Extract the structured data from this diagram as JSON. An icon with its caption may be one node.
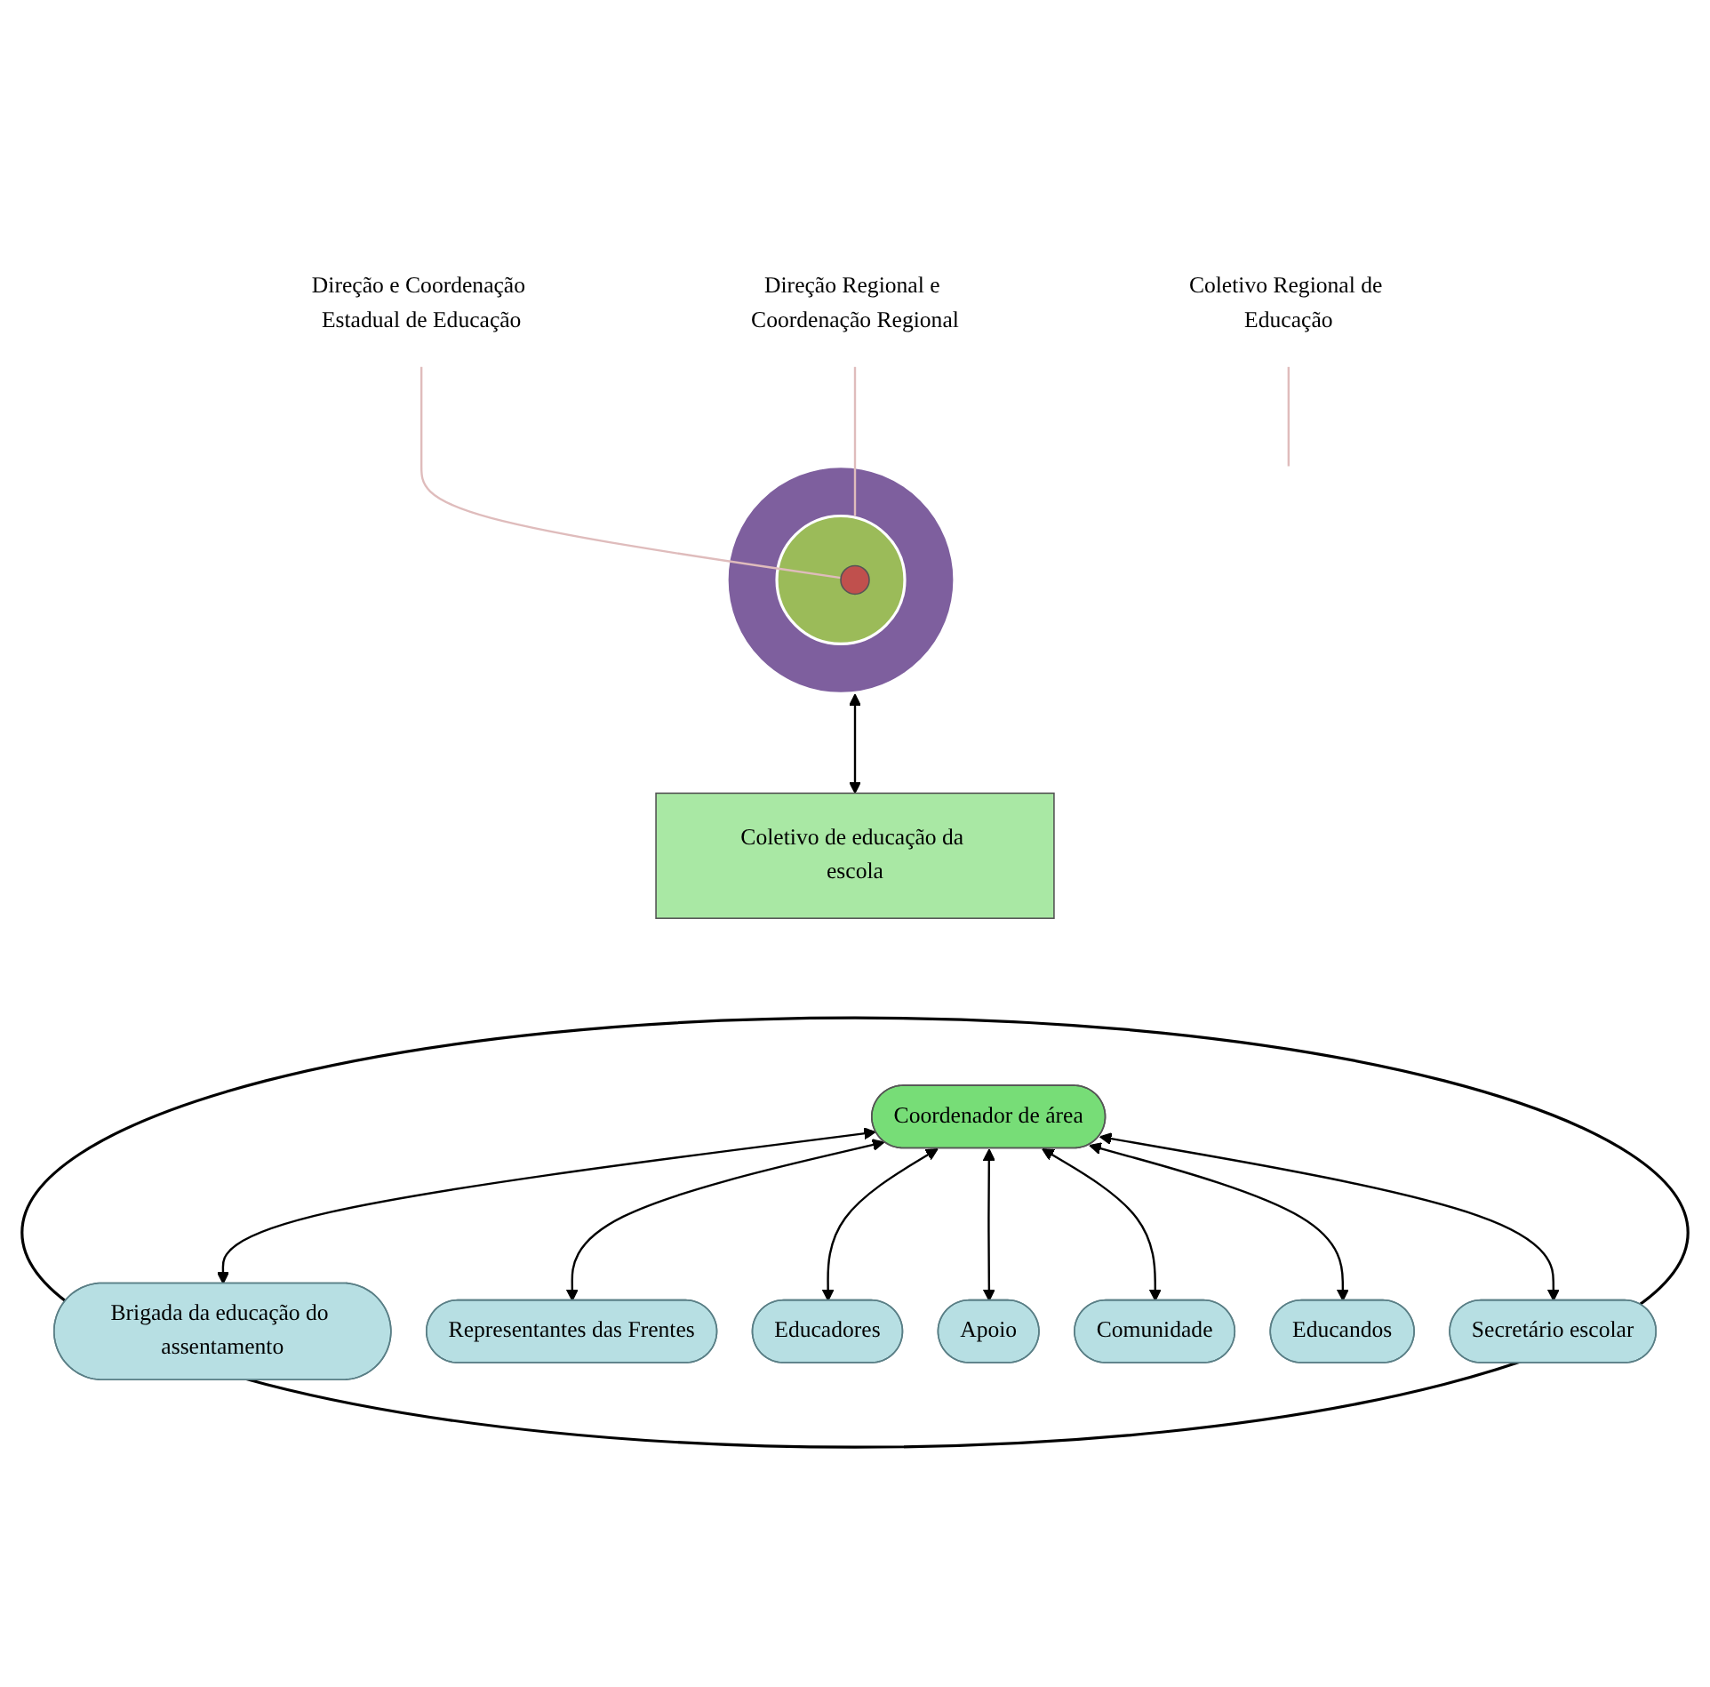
{
  "diagram": {
    "nodes": [
      {
        "text": [],
        "shape": "circle"
      },
      {
        "text": [],
        "shape": "circle",
        "in": 0
      },
      {
        "text": [],
        "shape": "circle",
        "in": 1
      },
      {
        "text": [
          "Direção e Coordenação Estadual de Educação"
        ]
      },
      {
        "text": [
          "Direção Regional e Coordenação Regional"
        ]
      },
      {
        "text": [
          "Coletivo Regional de Educação"
        ]
      },
      {
        "text": [
          "Coletivo de educação da escola"
        ]
      },
      {
        "text": [],
        "shape": "ellipse"
      },
      {
        "text": [
          "Brigada da educação do assentamento"
        ],
        "in": 7
      },
      {
        "text": [
          "Representantes das Frentes"
        ],
        "in": 7
      },
      {
        "text": [
          "Educadores"
        ],
        "in": 7
      },
      {
        "text": [
          "Coordenador de área"
        ],
        "in": 7
      },
      {
        "text": [
          "Apoio"
        ],
        "in": 7
      },
      {
        "text": [
          "Comunidade"
        ],
        "in": 7
      },
      {
        "text": [
          "Educandos"
        ],
        "in": 7
      },
      {
        "text": [
          "Secretário escolar"
        ],
        "in": 7
      }
    ],
    "edges": [
      {
        "from": 3,
        "to": 2,
        "arrow": "none",
        "color": "#dfbcbc"
      },
      {
        "from": 4,
        "to": 1,
        "arrow": "none",
        "color": "#dfbcbc"
      },
      {
        "from": 5,
        "to": 0,
        "arrow": "none",
        "color": "#dfbcbc"
      },
      {
        "from": 0,
        "to": 6,
        "arrow": "both"
      },
      {
        "from": 11,
        "to": 8,
        "arrow": "both"
      },
      {
        "from": 11,
        "to": 9,
        "arrow": "both"
      },
      {
        "from": 11,
        "to": 10,
        "arrow": "both"
      },
      {
        "from": 11,
        "to": 12,
        "arrow": "both"
      },
      {
        "from": 11,
        "to": 13,
        "arrow": "both"
      },
      {
        "from": 11,
        "to": 14,
        "arrow": "both"
      },
      {
        "from": 11,
        "to": 15,
        "arrow": "both"
      }
    ]
  }
}
